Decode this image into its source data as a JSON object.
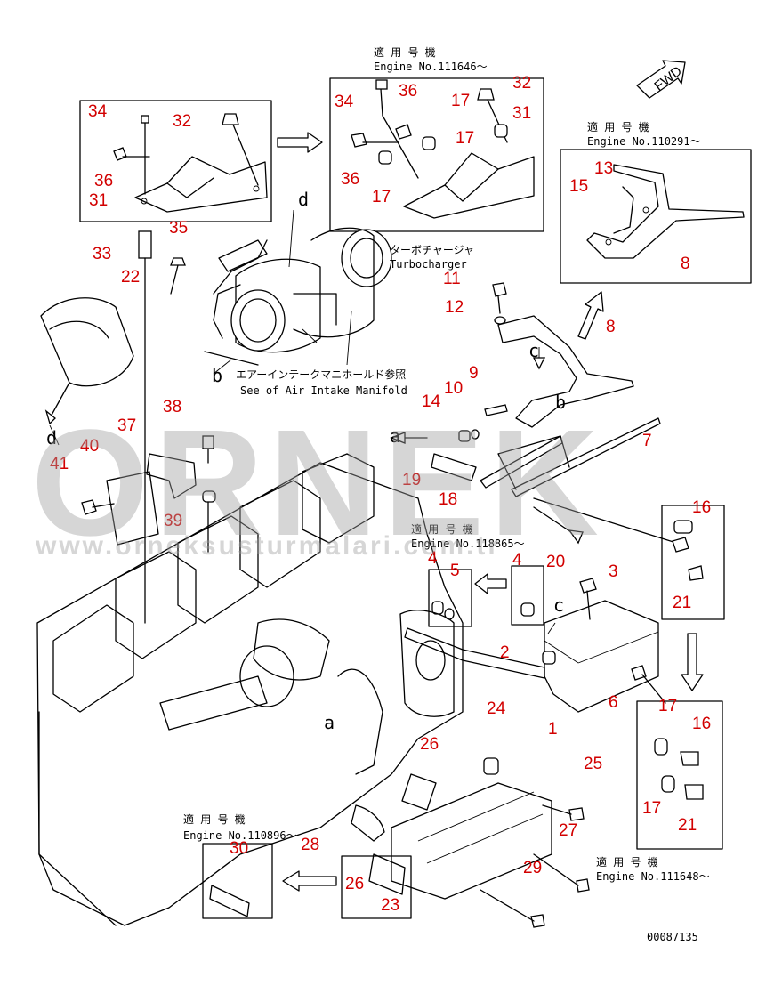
{
  "watermark": {
    "brand": "ORNEK",
    "url": "www.orneksusturmalari.com.tr"
  },
  "drawing_number": "00087135",
  "fwd_label": "FWD",
  "notes": {
    "top_applicable_jp": "適 用 号 機",
    "top_engine": "Engine No.111646〜",
    "right_applicable_jp": "適 用 号 機",
    "right_engine": "Engine No.110291〜",
    "turbo_jp": "ターボチャージャ",
    "turbo_en": "Turbocharger",
    "intake_jp": "エアーインテークマニホールド参照",
    "intake_en": "See of Air Intake Manifold",
    "mid_applicable_jp": "適 用 号 機",
    "mid_engine": "Engine No.118865〜",
    "left_applicable_jp": "適 用 号 機",
    "left_engine": "Engine No.110896〜",
    "bottom_applicable_jp": "適 用 号 機",
    "bottom_engine": "Engine No.111648〜"
  },
  "refs": {
    "d_top": "d",
    "d_left": "d",
    "b_left": "b",
    "b_right": "b",
    "c_top": "c",
    "c_mid": "c",
    "a_left": "a",
    "a_mid": "a"
  },
  "callouts": [
    {
      "id": "c34a",
      "text": "34"
    },
    {
      "id": "c32a",
      "text": "32"
    },
    {
      "id": "c36a",
      "text": "36"
    },
    {
      "id": "c31a",
      "text": "31"
    },
    {
      "id": "c34b",
      "text": "34"
    },
    {
      "id": "c36b",
      "text": "36"
    },
    {
      "id": "c17a",
      "text": "17"
    },
    {
      "id": "c32b",
      "text": "32"
    },
    {
      "id": "c31b",
      "text": "31"
    },
    {
      "id": "c17b",
      "text": "17"
    },
    {
      "id": "c36c",
      "text": "36"
    },
    {
      "id": "c17c",
      "text": "17"
    },
    {
      "id": "c13",
      "text": "13"
    },
    {
      "id": "c15",
      "text": "15"
    },
    {
      "id": "c8a",
      "text": "8"
    },
    {
      "id": "c35",
      "text": "35"
    },
    {
      "id": "c33",
      "text": "33"
    },
    {
      "id": "c22",
      "text": "22"
    },
    {
      "id": "c11",
      "text": "11"
    },
    {
      "id": "c12",
      "text": "12"
    },
    {
      "id": "c8b",
      "text": "8"
    },
    {
      "id": "c9",
      "text": "9"
    },
    {
      "id": "c10",
      "text": "10"
    },
    {
      "id": "c14",
      "text": "14"
    },
    {
      "id": "c38",
      "text": "38"
    },
    {
      "id": "c37",
      "text": "37"
    },
    {
      "id": "c40",
      "text": "40"
    },
    {
      "id": "c41",
      "text": "41"
    },
    {
      "id": "c7",
      "text": "7"
    },
    {
      "id": "c19",
      "text": "19"
    },
    {
      "id": "c18",
      "text": "18"
    },
    {
      "id": "c39",
      "text": "39"
    },
    {
      "id": "c16a",
      "text": "16"
    },
    {
      "id": "c20",
      "text": "20"
    },
    {
      "id": "c4a",
      "text": "4"
    },
    {
      "id": "c5",
      "text": "5"
    },
    {
      "id": "c4b",
      "text": "4"
    },
    {
      "id": "c3",
      "text": "3"
    },
    {
      "id": "c21a",
      "text": "21"
    },
    {
      "id": "c2",
      "text": "2"
    },
    {
      "id": "c6",
      "text": "6"
    },
    {
      "id": "c17d",
      "text": "17"
    },
    {
      "id": "c16b",
      "text": "16"
    },
    {
      "id": "c1",
      "text": "1"
    },
    {
      "id": "c24",
      "text": "24"
    },
    {
      "id": "c26a",
      "text": "26"
    },
    {
      "id": "c25",
      "text": "25"
    },
    {
      "id": "c17e",
      "text": "17"
    },
    {
      "id": "c21b",
      "text": "21"
    },
    {
      "id": "c27",
      "text": "27"
    },
    {
      "id": "c30",
      "text": "30"
    },
    {
      "id": "c28",
      "text": "28"
    },
    {
      "id": "c29",
      "text": "29"
    },
    {
      "id": "c26b",
      "text": "26"
    },
    {
      "id": "c23",
      "text": "23"
    }
  ]
}
